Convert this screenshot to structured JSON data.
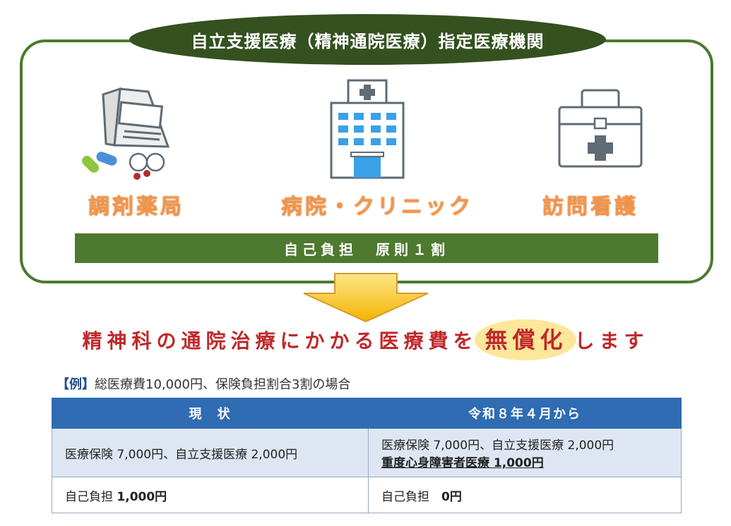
{
  "title": "自立支援医療（精神通院医療）指定医療機関",
  "providers": [
    {
      "label": "調剤薬局",
      "icon": "pharmacy-bag-icon"
    },
    {
      "label": "病院・クリニック",
      "icon": "hospital-icon"
    },
    {
      "label": "訪問看護",
      "icon": "medical-kit-icon"
    }
  ],
  "banner": "自己負担　原則１割",
  "headline": {
    "before": "精神科の通院治療にかかる医療費を",
    "highlight": "無償化",
    "after": "します"
  },
  "example": {
    "tag": "【例】",
    "text": "総医療費10,000円、保険負担割合3割の場合"
  },
  "table": {
    "headers": [
      "現　状",
      "令和８年４月から"
    ],
    "row1": {
      "current": "医療保険 7,000円、自立支援医療 2,000円",
      "future_line1": "医療保険 7,000円、自立支援医療 2,000円",
      "future_line2": "重度心身障害者医療 1,000円"
    },
    "row2": {
      "current_label": "自己負担 ",
      "current_value": "1,000円",
      "future_label": "自己負担　",
      "future_value": "0円"
    }
  },
  "colors": {
    "frame_green": "#4d7a2e",
    "title_green": "#34511f",
    "label_orange": "#f2954a",
    "headline_red": "#c0282a",
    "table_blue": "#2f6cb3",
    "highlight_yellow": "#fde79a"
  }
}
